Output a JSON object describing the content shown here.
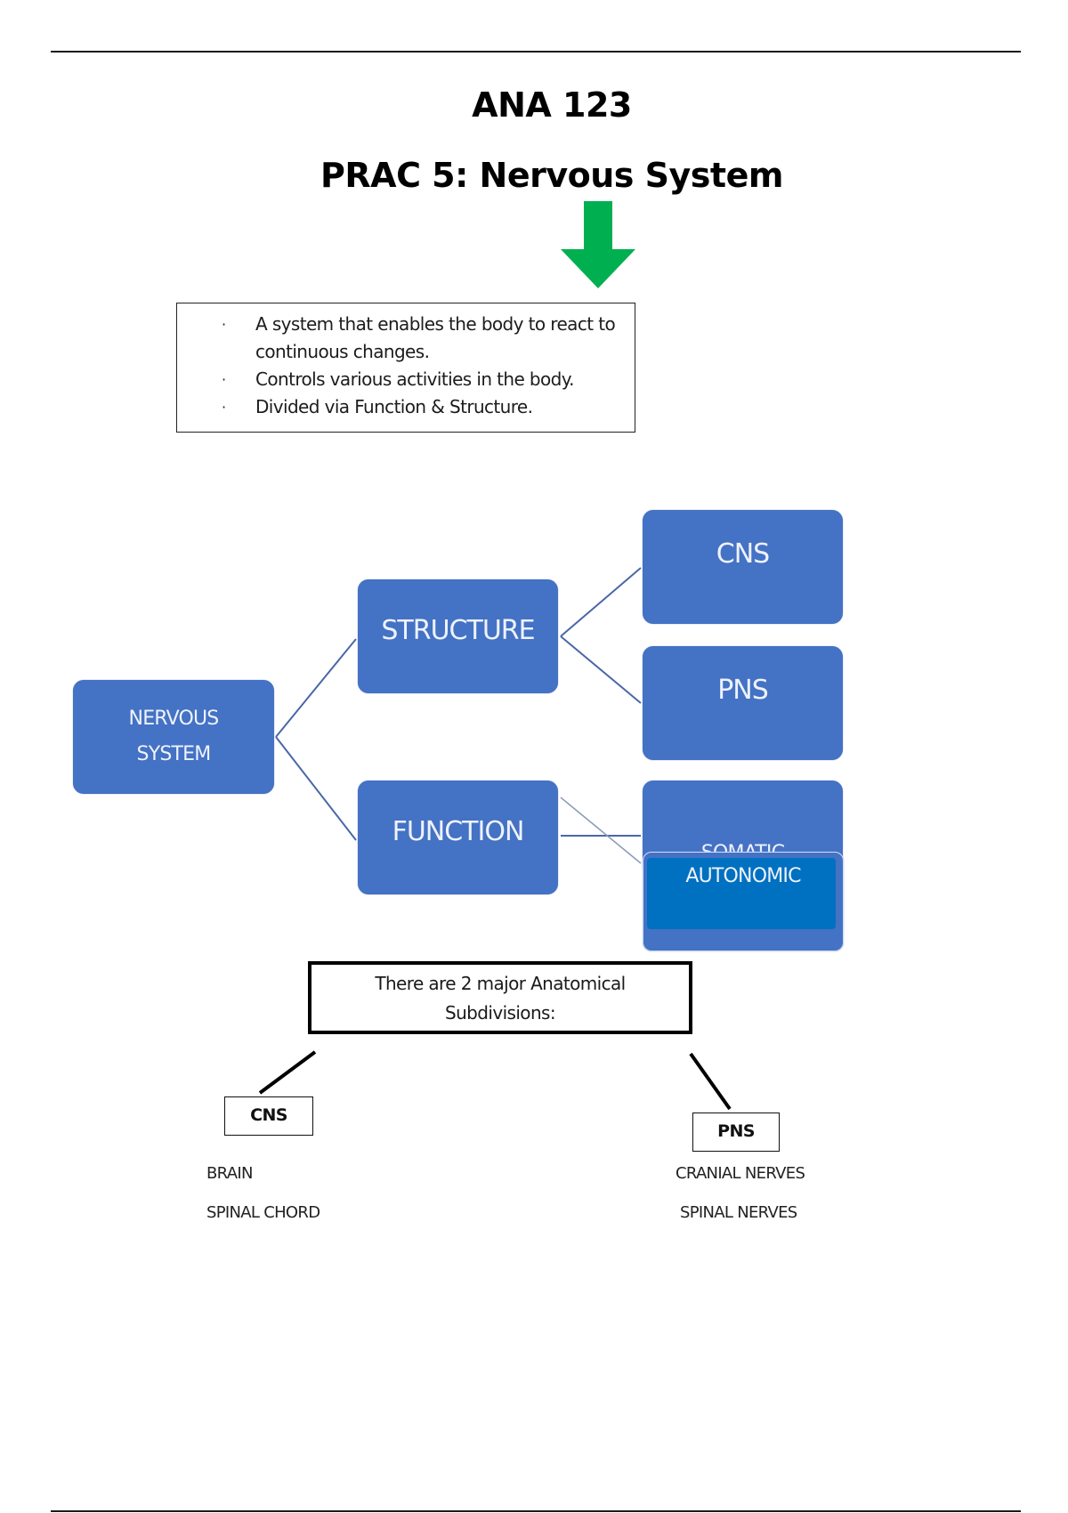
{
  "document": {
    "course_code": "ANA 123",
    "prac_title": "PRAC 5: Nervous System",
    "arrow_color": "#00b050",
    "intro_bullets": [
      "A system that enables the body to react to continuous changes.",
      "Controls various activities in the body.",
      "Divided via Function & Structure."
    ],
    "bullet_glyph": "·"
  },
  "diagram": {
    "node_color": "#4472c4",
    "highlight_color": "#0070c0",
    "root": "NERVOUS SYSTEM",
    "root_lines": [
      "NERVOUS",
      "SYSTEM"
    ],
    "branches": [
      {
        "label": "STRUCTURE",
        "children": [
          "CNS",
          "PNS"
        ]
      },
      {
        "label": "FUNCTION",
        "children": [
          "SOMATIC",
          "AUTONOMIC"
        ]
      }
    ]
  },
  "subdivisions": {
    "note_lines": [
      "There are 2 major Anatomical",
      "Subdivisions:"
    ],
    "cns": {
      "label": "CNS",
      "items": [
        "BRAIN",
        "SPINAL CHORD"
      ]
    },
    "pns": {
      "label": "PNS",
      "items": [
        "CRANIAL NERVES",
        "SPINAL NERVES"
      ]
    }
  }
}
